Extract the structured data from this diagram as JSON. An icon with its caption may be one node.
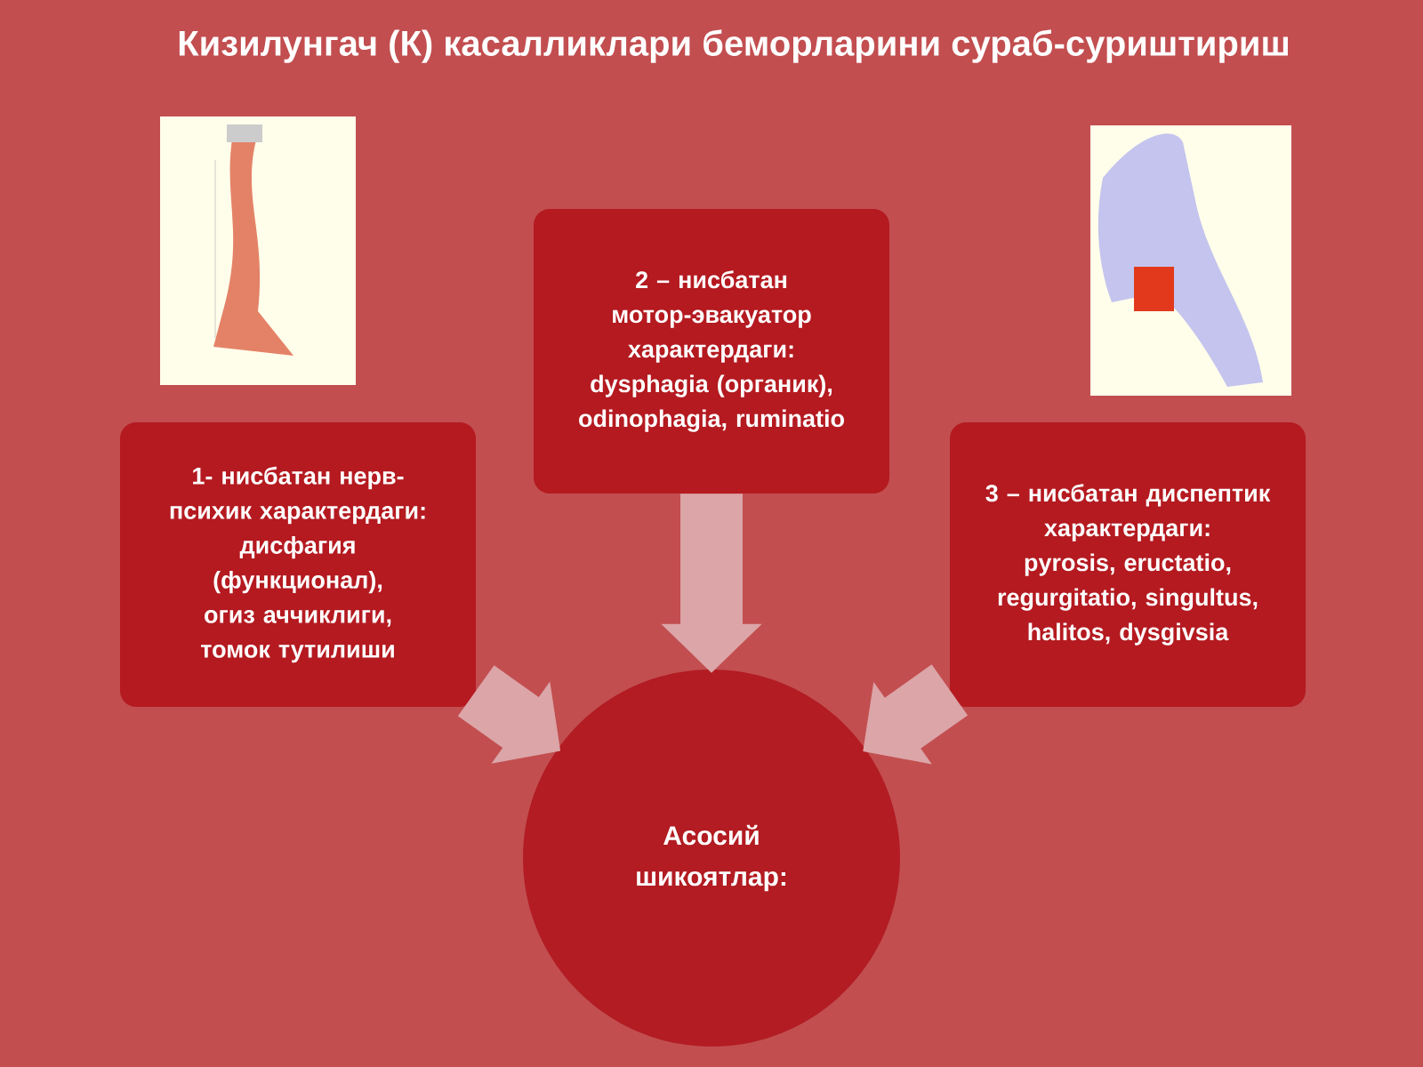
{
  "diagram": {
    "title": "Кизилунгач (К) касалликлари беморларини сураб-суриштириш",
    "nodes": [
      {
        "text": [
          "1- нисбатан нерв-психик характердаги: дисфагия (функционал), огиз аччиклиги, томок тутилиши"
        ]
      },
      {
        "text": [
          "2 – нисбатан мотор-эвакуатор характердаги: dysphagia (органик), odinophagia, ruminatio"
        ]
      },
      {
        "text": [
          "3 – нисбатан диспептик характердаги: pyrosis, eructatio, regurgitatio, singultus, halitos, dysgivsia"
        ]
      },
      {
        "text": [
          "Асосий шикоятлар:"
        ]
      }
    ],
    "edges": [
      {
        "from": 0,
        "to": 3,
        "arrow": "to"
      },
      {
        "from": 1,
        "to": 3,
        "arrow": "to"
      },
      {
        "from": 2,
        "to": 3,
        "arrow": "to"
      }
    ]
  }
}
